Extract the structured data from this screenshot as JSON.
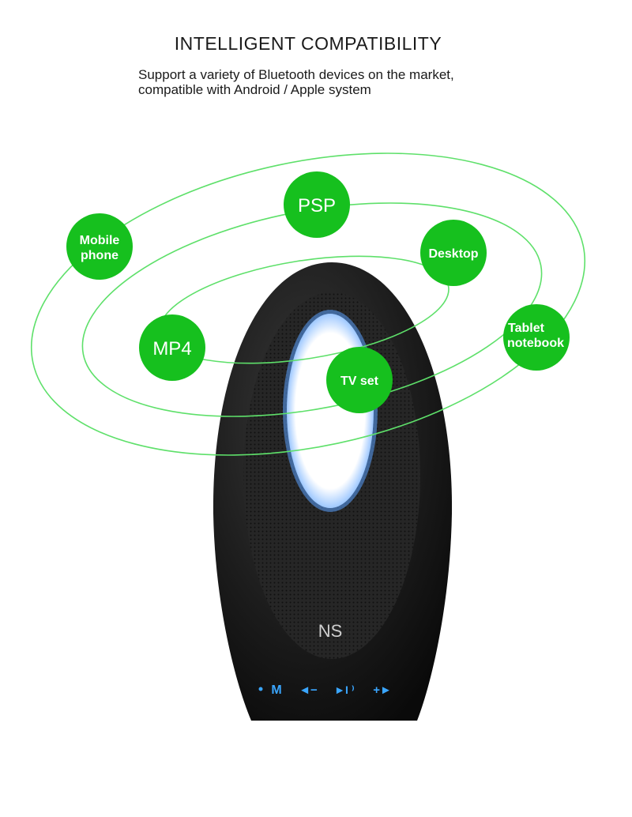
{
  "header": {
    "title": "INTELLIGENT COMPATIBILITY",
    "subtitle_line1": "Support a variety of Bluetooth devices on the market,",
    "subtitle_line2": "compatible with Android / Apple system"
  },
  "devices": {
    "psp": "PSP",
    "mobile_line1": "Mobile",
    "mobile_line2": "phone",
    "desktop": "Desktop",
    "mp4": "MP4",
    "tv": "TV set",
    "tablet_line1": "Tablet",
    "tablet_line2": "notebook"
  },
  "speaker": {
    "logo": "NS",
    "controls": {
      "mode": "M",
      "prev": "◄−",
      "play": "►I ⁾",
      "next": "+►"
    }
  },
  "colors": {
    "bubble": "#16c01e",
    "orbit": "#5ee06a",
    "speaker_body": "#1b1b1b",
    "control_led": "#3aa6ff"
  }
}
